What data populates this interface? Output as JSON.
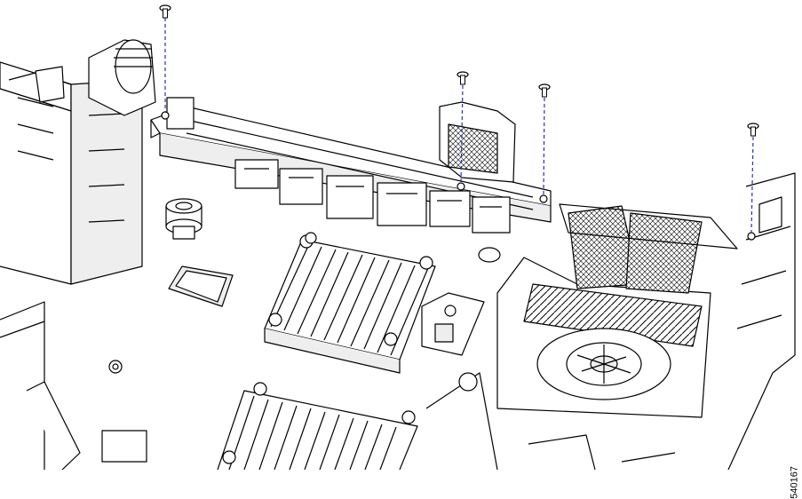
{
  "figure": {
    "id": "540167"
  },
  "colors": {
    "line": "#000000",
    "fill_light": "#ffffff",
    "fill_shade": "#e6e6e6",
    "screw_guide": "#2b2fb8"
  },
  "screws": {
    "count": 4,
    "guide_line_style": "dashed"
  }
}
